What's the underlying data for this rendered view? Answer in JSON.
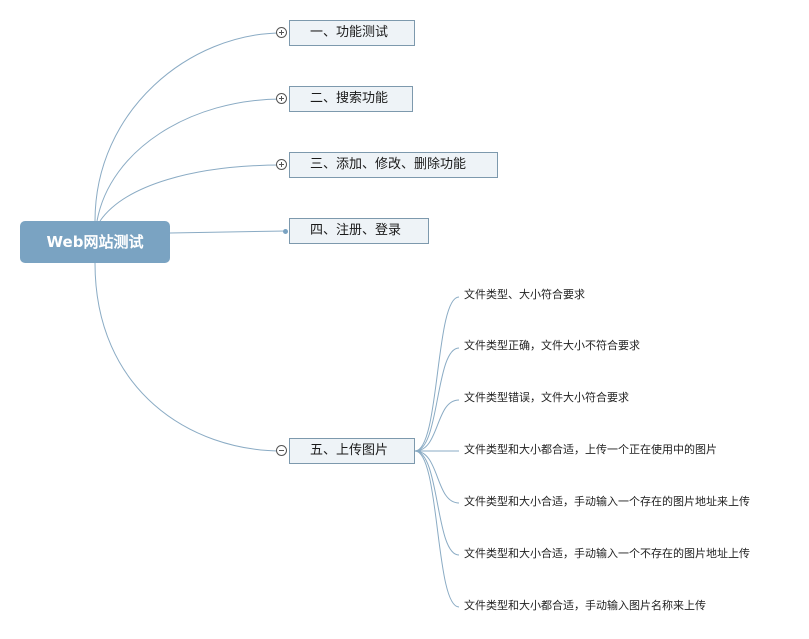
{
  "root": {
    "label": "Web网站测试"
  },
  "branches": [
    {
      "label": "一、功能测试"
    },
    {
      "label": "二、搜索功能"
    },
    {
      "label": "三、添加、修改、删除功能"
    },
    {
      "label": "四、注册、登录"
    },
    {
      "label": "五、上传图片"
    }
  ],
  "upload_cases": [
    "文件类型、大小符合要求",
    "文件类型正确，文件大小不符合要求",
    "文件类型错误，文件大小符合要求",
    "文件类型和大小都合适，上传一个正在使用中的图片",
    "文件类型和大小合适，手动输入一个存在的图片地址来上传",
    "文件类型和大小合适，手动输入一个不存在的图片地址上传",
    "文件类型和大小都合适，手动输入图片名称来上传"
  ]
}
